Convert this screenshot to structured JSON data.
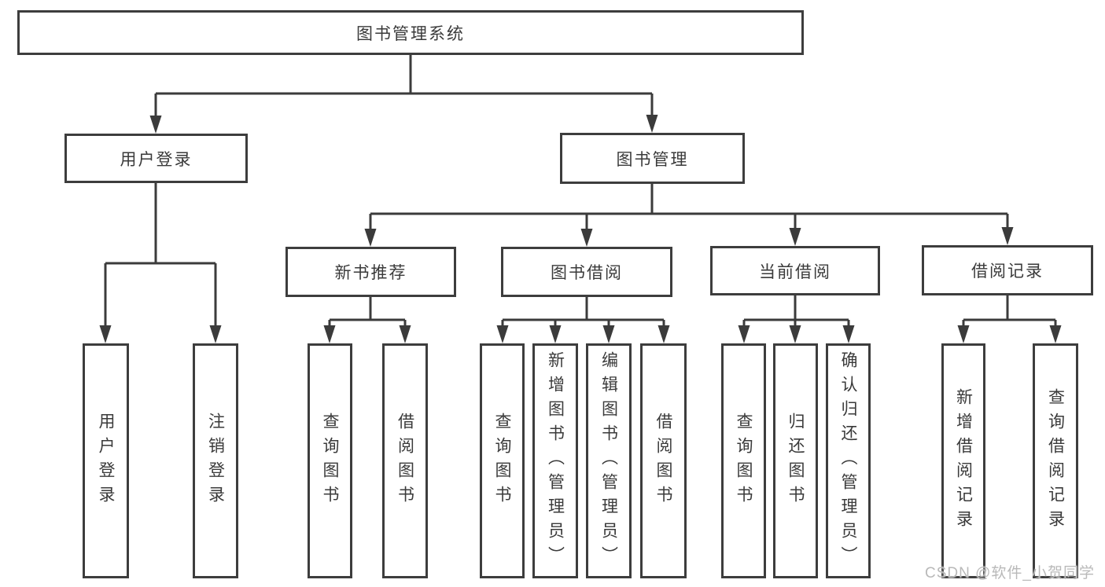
{
  "tree": {
    "root": {
      "label": "图书管理系统"
    },
    "branches": [
      {
        "label": "用户登录",
        "children": [
          {
            "label": "用户登录"
          },
          {
            "label": "注销登录"
          }
        ]
      },
      {
        "label": "图书管理",
        "children": [
          {
            "label": "新书推荐",
            "children": [
              {
                "label": "查询图书"
              },
              {
                "label": "借阅图书"
              }
            ]
          },
          {
            "label": "图书借阅",
            "children": [
              {
                "label": "查询图书"
              },
              {
                "label": "新增图书（管理员）"
              },
              {
                "label": "编辑图书（管理员）"
              },
              {
                "label": "借阅图书"
              }
            ]
          },
          {
            "label": "当前借阅",
            "children": [
              {
                "label": "查询图书"
              },
              {
                "label": "归还图书"
              },
              {
                "label": "确认归还（管理员）"
              }
            ]
          },
          {
            "label": "借阅记录",
            "children": [
              {
                "label": "新增借阅记录"
              },
              {
                "label": "查询借阅记录"
              }
            ]
          }
        ]
      }
    ]
  },
  "colors": {
    "line": "#3b3b3b",
    "border": "#3d3d3d",
    "text": "#3a3a3a",
    "watermark": "#b9b9b9"
  },
  "watermark": {
    "text": "CSDN @软件_小贺同学"
  }
}
